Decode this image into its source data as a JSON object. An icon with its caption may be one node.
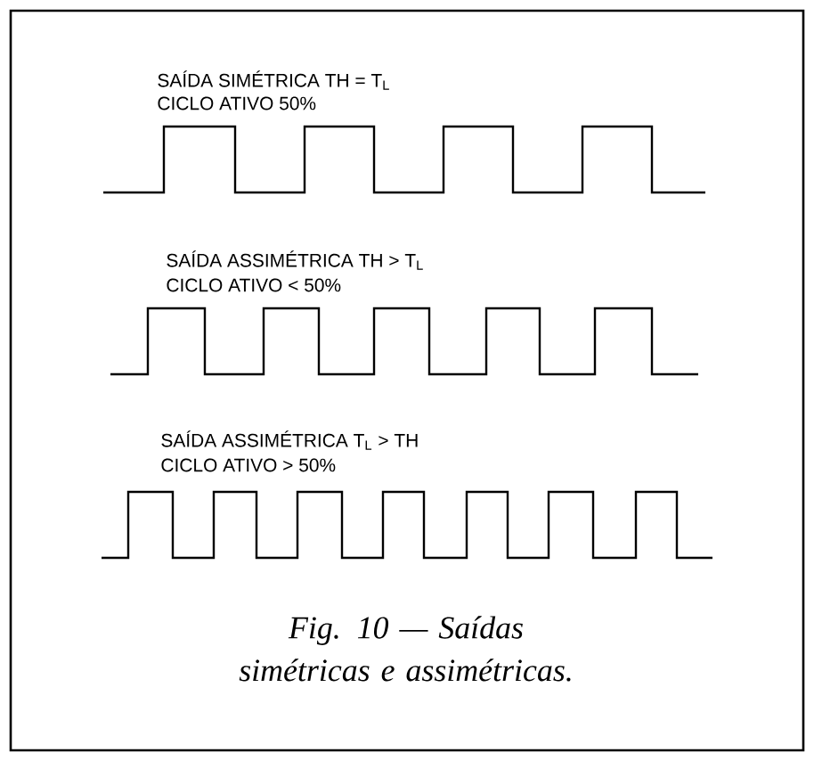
{
  "diagram": {
    "caption": "Fig. 10 — Saídas simétricas e assimétricas.",
    "labels": [
      "SAÍDA SIMÉTRICA TH = T$_{L}$",
      "CICLO ATIVO 50%",
      "SAÍDA ASSIMÉTRICA TH > T$_{L}$",
      "CICLO ATIVO < 50%",
      "SAÍDA ASSIMÉTRICA T$_{L}$ > TH",
      "CICLO ATIVO > 50%"
    ]
  }
}
